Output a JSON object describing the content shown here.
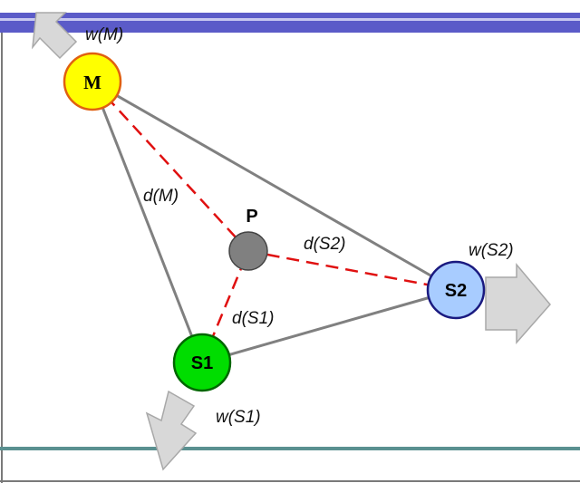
{
  "colors": {
    "top_band": "#5b5bc8",
    "top_band_light": "#9a9ae0",
    "bottom_band": "#5a9090",
    "frame": "#7a7a7a",
    "triangle_edge": "#808080",
    "dashed_edge": "#e01010",
    "arrow_fill": "#d8d8d8",
    "arrow_stroke": "#a8a8a8",
    "node_m_fill": "#ffff00",
    "node_m_stroke": "#e06010",
    "node_p_fill": "#808080",
    "node_s1_fill": "#00dd00",
    "node_s1_stroke": "#006600",
    "node_s2_fill": "#a8ccff",
    "node_s2_stroke": "#1a1a80"
  },
  "nodes": {
    "m": {
      "label": "M",
      "icon": "circle-node"
    },
    "p": {
      "label": "P",
      "icon": "circle-node"
    },
    "s1": {
      "label": "S1",
      "icon": "circle-node"
    },
    "s2": {
      "label": "S2",
      "icon": "circle-node"
    }
  },
  "distance_labels": {
    "d_m": "d(M)",
    "d_s1": "d(S1)",
    "d_s2": "d(S2)"
  },
  "weight_labels": {
    "w_m": "w(M)",
    "w_s1": "w(S1)",
    "w_s2": "w(S2)"
  },
  "weight_arrows": {
    "m": {
      "icon": "arrow-up-left"
    },
    "s1": {
      "icon": "arrow-down-left"
    },
    "s2": {
      "icon": "arrow-right"
    }
  }
}
